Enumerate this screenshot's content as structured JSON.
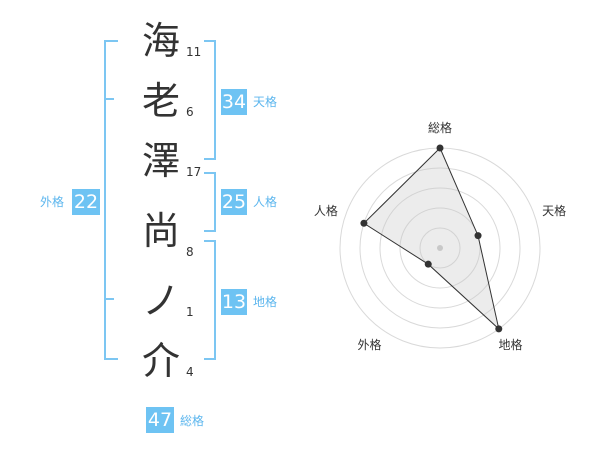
{
  "name": {
    "characters": [
      {
        "char": "海",
        "strokes": "11"
      },
      {
        "char": "老",
        "strokes": "6"
      },
      {
        "char": "澤",
        "strokes": "17"
      },
      {
        "char": "尚",
        "strokes": "8"
      },
      {
        "char": "ノ",
        "strokes": "1"
      },
      {
        "char": "介",
        "strokes": "4"
      }
    ]
  },
  "fortunes": {
    "tenkaku": {
      "value": "34",
      "label": "天格"
    },
    "jinkaku": {
      "value": "25",
      "label": "人格"
    },
    "chikaku": {
      "value": "13",
      "label": "地格"
    },
    "gaikaku": {
      "value": "22",
      "label": "外格"
    },
    "soukaku": {
      "value": "47",
      "label": "総格"
    }
  },
  "colors": {
    "accent": "#6ec3f3",
    "bracket": "#7cc6f2",
    "label": "#5cb6ee",
    "text": "#333333"
  },
  "chart_data": {
    "type": "radar",
    "axes": [
      "総格",
      "天格",
      "地格",
      "外格",
      "人格"
    ],
    "values": [
      5,
      2,
      5,
      1,
      4
    ],
    "rmax": 5,
    "rings": 5
  }
}
